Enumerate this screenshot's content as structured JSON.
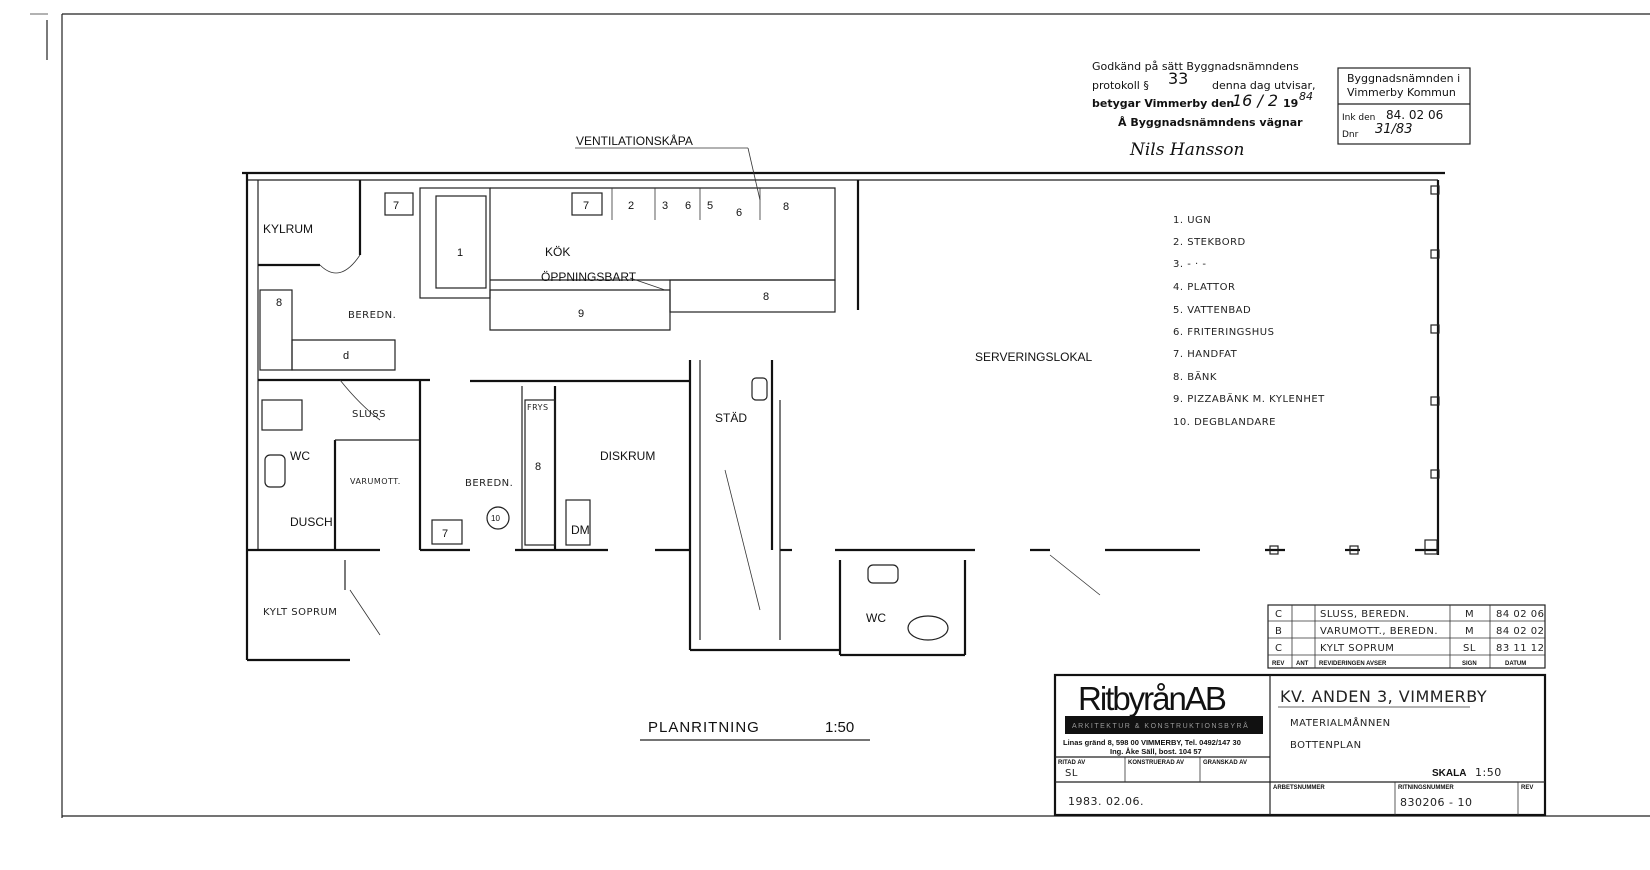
{
  "stamp": {
    "line1": "Godkänd på sätt Byggnadsnämndens",
    "line2_prefix": "protokoll §",
    "protocol_no": "33",
    "line2_suffix": "denna dag utvisar,",
    "line3_prefix": "betygar Vimmerby den",
    "date_handwritten": "16 / 2",
    "year_prefix": "19",
    "year_handwritten": "84",
    "line4": "Å Byggnadsnämndens vägnar",
    "signature": "Nils Hansson"
  },
  "received_stamp": {
    "line1": "Byggnadsnämnden i",
    "line2": "Vimmerby Kommun",
    "ink_label": "Ink den",
    "ink_date": "84. 02 06",
    "dnr_label": "Dnr",
    "dnr_value": "31/83"
  },
  "plan": {
    "ventilation_label": "VENTILATIONSKÅPA",
    "opening_label": "ÖPPNINGSBART",
    "rooms": {
      "kylrum": "KYLRUM",
      "kok": "KÖK",
      "beredn1": "BEREDN.",
      "sluss": "SLUSS",
      "wc1": "WC",
      "varumott": "VARUMOTT.",
      "beredn2": "BEREDN.",
      "dusch": "DUSCH",
      "frys": "FRYS",
      "diskrum": "DISKRUM",
      "dm": "DM",
      "stad": "STÄD",
      "serveringslokal": "SERVERINGSLOKAL",
      "wc2": "WC",
      "sopprum": "KYLT SOPRUM"
    },
    "equipment_numbers": [
      "7",
      "7",
      "2",
      "3",
      "6",
      "5",
      "6",
      "8",
      "1",
      "8",
      "9",
      "8",
      "d",
      "8",
      "7",
      "10"
    ],
    "title": "PLANRITNING",
    "scale": "1:50"
  },
  "legend": [
    "1. UGN",
    "2. STEKBORD",
    "3. - · -",
    "4. PLATTOR",
    "5. VATTENBAD",
    "6. FRITERINGSHUS",
    "7. HANDFAT",
    "8. BÄNK",
    "9. PIZZABÄNK M. KYLENHET",
    "10. DEGBLANDARE"
  ],
  "revisions": {
    "headers": [
      "REV",
      "ANT",
      "REVIDERINGEN AVSER",
      "SIGN",
      "DATUM"
    ],
    "rows": [
      {
        "rev": "C",
        "ant": "",
        "desc": "SLUSS, BEREDN.",
        "sign": "M",
        "date": "84 02 06"
      },
      {
        "rev": "B",
        "ant": "",
        "desc": "VARUMOTT., BEREDN.",
        "sign": "M",
        "date": "84 02 02"
      },
      {
        "rev": "C",
        "ant": "",
        "desc": "KYLT SOPRUM",
        "sign": "SL",
        "date": "83 11 12"
      }
    ]
  },
  "title_block": {
    "company": "RitbyrånAB",
    "company_tagline": "ARKITEKTUR & KONSTRUKTIONSBYRÅ",
    "address": "Linas gränd 8, 598 00 VIMMERBY, Tel. 0492/147 30",
    "contact": "Ing. Åke Säll, bost. 104 57",
    "ritad_av_label": "RITAD AV",
    "ritad_av": "SL",
    "konstruerad_av_label": "KONSTRUERAD AV",
    "granskad_av_label": "GRANSKAD AV",
    "date": "1983. 02.06.",
    "project": "KV. ANDEN 3, VIMMERBY",
    "client": "MATERIALMÅNNEN",
    "sheet_title": "BOTTENPLAN",
    "scale_label": "SKALA",
    "scale": "1:50",
    "arbetsnummer_label": "ARBETSNUMMER",
    "ritningsnummer_label": "RITNINGSNUMMER",
    "ritningsnummer": "830206 - 10",
    "rev_label": "REV"
  }
}
